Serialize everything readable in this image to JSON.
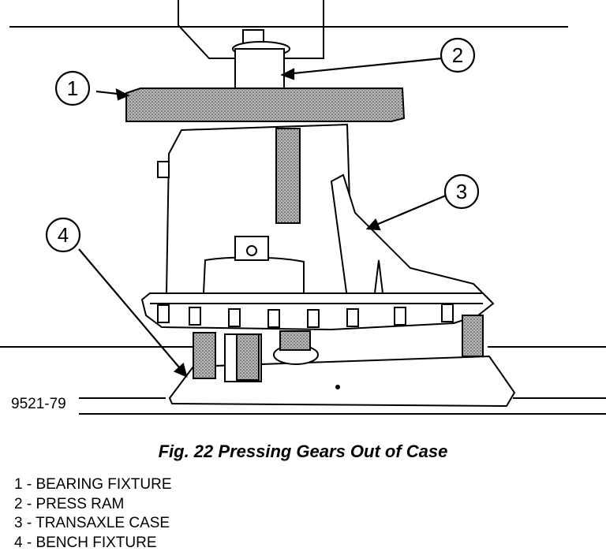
{
  "figure": {
    "code": "9521-79",
    "callouts": [
      "1",
      "2",
      "3",
      "4"
    ]
  },
  "caption": "Fig. 22 Pressing Gears Out of Case",
  "legend": [
    "1 - BEARING FIXTURE",
    "2 - PRESS RAM",
    "3 - TRANSAXLE CASE",
    "4 - BENCH FIXTURE"
  ]
}
